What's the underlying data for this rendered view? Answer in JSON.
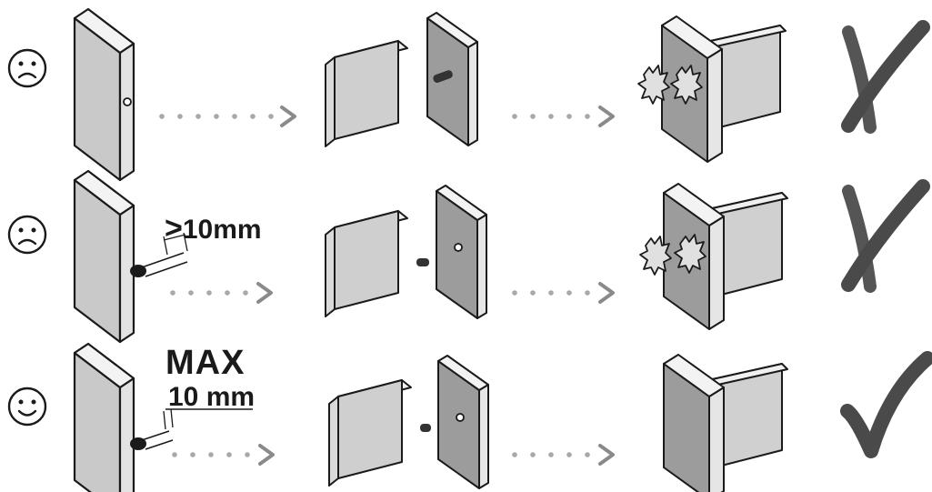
{
  "rows": [
    {
      "mood": "sad",
      "verdict": "wrong",
      "label": ""
    },
    {
      "mood": "sad",
      "verdict": "wrong",
      "label_prefix": ">",
      "label": "10mm"
    },
    {
      "mood": "happy",
      "verdict": "correct",
      "label_top": "MAX",
      "label": "10 mm"
    }
  ],
  "colors": {
    "ink": "#1a1a1a",
    "panel_front": "#c9c9c9",
    "panel_side": "#e6e6e6",
    "panel_dark": "#8c8c8c",
    "arrow": "#a8a8a8"
  },
  "icons": [
    "sad-face-icon",
    "smiley-face-icon",
    "cross-mark-icon",
    "check-mark-icon",
    "dotted-arrow-icon",
    "chipped-edge-icon"
  ]
}
